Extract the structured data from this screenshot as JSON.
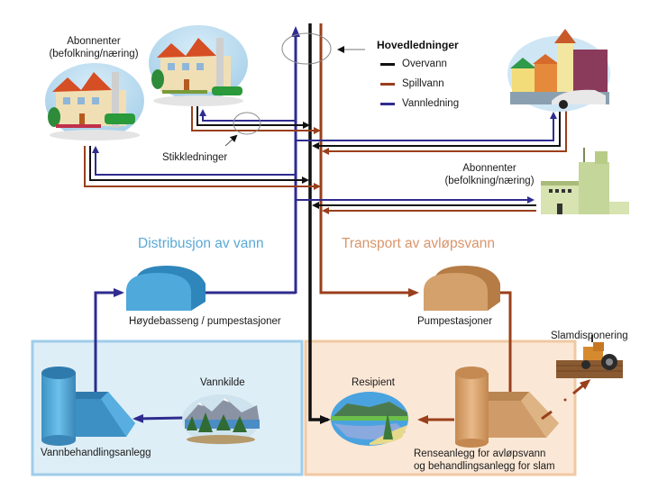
{
  "legend": {
    "title": "Hovedledninger",
    "items": [
      {
        "label": "Overvann",
        "color": "#111111"
      },
      {
        "label": "Spillvann",
        "color": "#9a3f1b"
      },
      {
        "label": "Vannledning",
        "color": "#2f2c8f"
      }
    ]
  },
  "colors": {
    "overvann": "#111111",
    "spillvann": "#9a3f1b",
    "vannledning": "#2f2c8f",
    "distribution_title": "#5aa9d6",
    "transport_title": "#d9956a",
    "water_panel_fill": "#deeef7",
    "water_panel_border": "#9fcdea",
    "waste_panel_fill": "#fbe7d6",
    "waste_panel_border": "#f0c9a3"
  },
  "labels": {
    "subscribers_top_left": [
      "Abonnenter",
      "(befolkning/næring)"
    ],
    "subscribers_right": [
      "Abonnenter",
      "(befolkning/næring)"
    ],
    "service_lines": "Stikkledninger",
    "distribution_title": "Distribusjon av vann",
    "transport_title": "Transport av avløpsvann",
    "reservoir": "Høydebasseng / pumpestasjoner",
    "pump_stations": "Pumpestasjoner",
    "sludge_disposal": "Slamdisponering",
    "water_source": "Vannkilde",
    "water_treatment": "Vannbehandlingsanlegg",
    "recipient": "Resipient",
    "wastewater_plant": [
      "Renseanlegg for avløpsvann",
      "og behandlingsanlegg for slam"
    ]
  }
}
